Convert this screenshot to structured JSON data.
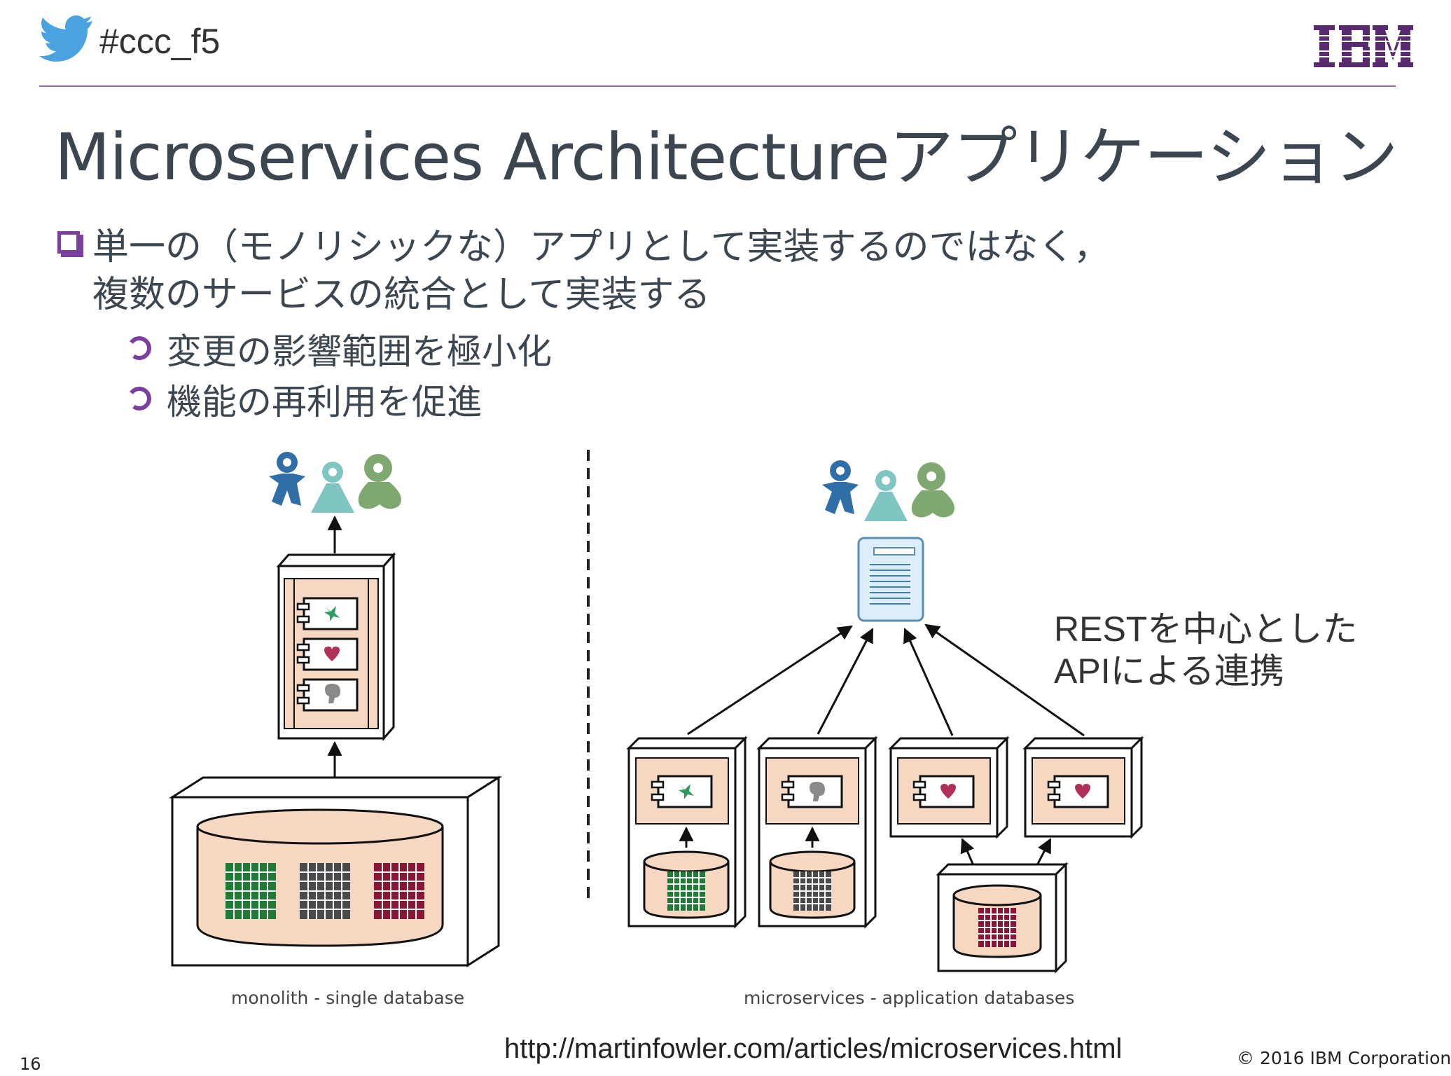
{
  "header": {
    "hashtag": "#ccc_f5",
    "logo_text": "IBM",
    "brand_color": "#7b3fa0"
  },
  "slide": {
    "title": "Microservices Architectureアプリケーション",
    "bullet_line1": "単一の（モノリシックな）アプリとして実装するのではなく，",
    "bullet_line2": "複数のサービスの統合として実装する",
    "sub_bullets": [
      "変更の影響範囲を極小化",
      "機能の再利用を促進"
    ]
  },
  "diagram": {
    "monolith_caption": "monolith - single database",
    "microservices_caption": "microservices - application databases",
    "rest_line1": "RESTを中心とした",
    "rest_line2": "APIによる連携"
  },
  "footer": {
    "url": "http://martinfowler.com/articles/microservices.html",
    "page_number": "16",
    "copyright": "© 2016 IBM Corporation"
  }
}
